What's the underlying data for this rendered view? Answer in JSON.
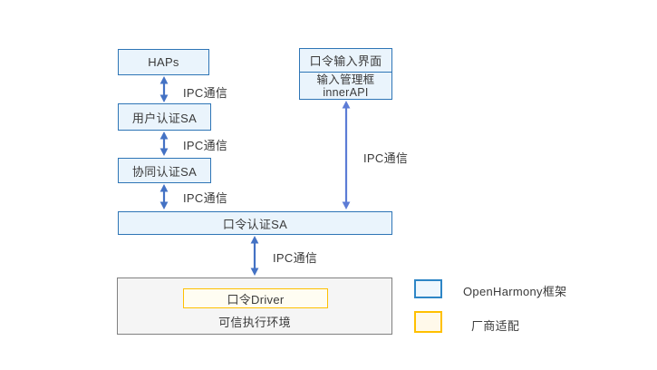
{
  "diagram": {
    "nodes": {
      "haps": "HAPs",
      "user_auth_sa": "用户认证SA",
      "co_auth_sa": "协同认证SA",
      "pin_auth_sa": "口令认证SA",
      "pin_input_ui": "口令输入界面",
      "input_manager_frame": "输入管理框",
      "inner_api": "innerAPI",
      "pin_driver": "口令Driver",
      "trusted_execution_env": "可信执行环境"
    },
    "edge_label": "IPC通信",
    "legend": {
      "items": [
        {
          "label": "OpenHarmony框架",
          "swatch_fill": "#EFF7FD",
          "swatch_border": "#2E86C6"
        },
        {
          "label": "厂商适配",
          "swatch_fill": "#FFF9EA",
          "swatch_border": "#FFC000"
        }
      ]
    },
    "colors": {
      "blue_box_fill": "#EAF4FC",
      "blue_box_border": "#2E75B6",
      "yellow_box_fill": "#FFFDF2",
      "yellow_box_border": "#FFC000",
      "gray_box_fill": "#F5F5F5",
      "gray_box_border": "#808080",
      "arrow": "#4472C4",
      "arrow_long": "#5C7CD6",
      "text": "#3A3A3A"
    }
  }
}
